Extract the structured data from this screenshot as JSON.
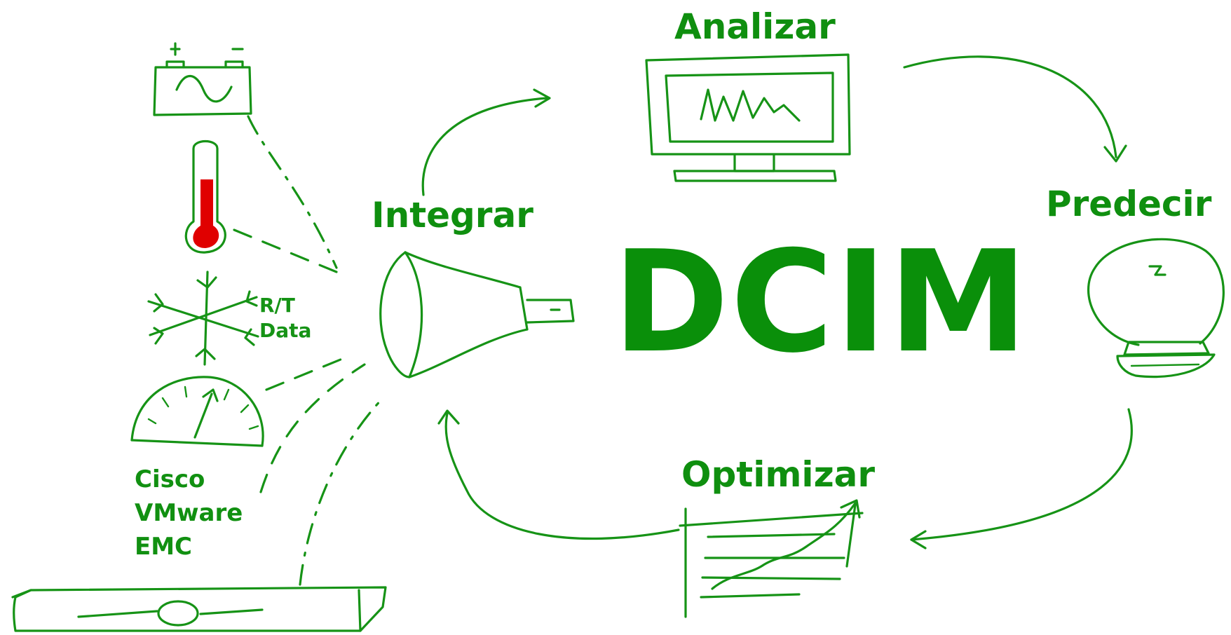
{
  "diagram": {
    "title": "DCIM",
    "stages": {
      "integrate": "Integrar",
      "analyze": "Analizar",
      "predict": "Predecir",
      "optimize": "Optimizar"
    },
    "sources": {
      "realtime_lines": [
        "R/T",
        "Data"
      ],
      "vendors": [
        "Cisco",
        "VMware",
        "EMC"
      ]
    },
    "colors": {
      "primary_green": "#0f8f0f",
      "sketch_green": "#169316",
      "thermometer_red": "#e00000",
      "background": "#ffffff"
    },
    "icons": [
      "battery-icon",
      "thermometer-icon",
      "snowflake-icon",
      "gauge-icon",
      "server-rack-icon",
      "funnel-icon",
      "monitor-icon",
      "crystal-ball-icon",
      "chart-icon"
    ]
  }
}
